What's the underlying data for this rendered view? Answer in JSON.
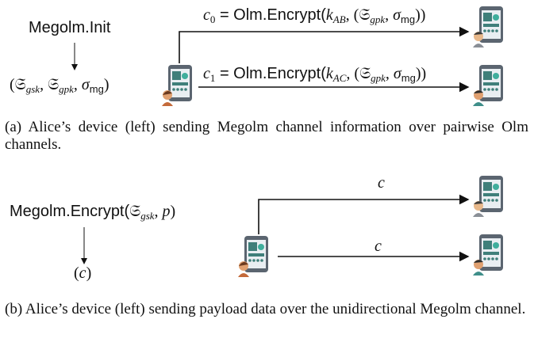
{
  "panel_a": {
    "init_label": "Megolm.Init",
    "init_output": "(𝔖gsk, 𝔖gpk, σmg)",
    "init_output_parts": {
      "open": "(",
      "g1": "𝔖",
      "s1": "gsk",
      "comma1": ", ",
      "g2": "𝔖",
      "s2": "gpk",
      "comma2": ", ",
      "sigma": "σ",
      "s3": "mg",
      "close": ")"
    },
    "msg_top": {
      "prefix": "c",
      "index": "0",
      "mid": " = Olm.Encrypt(",
      "key": "k",
      "key_sub": "AB",
      "sep": ", (",
      "g": "𝔖",
      "g_sub": "gpk",
      "sep2": ", ",
      "sigma": "σ",
      "sigma_sub": "mg",
      "close": "))"
    },
    "msg_bottom": {
      "prefix": "c",
      "index": "1",
      "mid": " = Olm.Encrypt(",
      "key": "k",
      "key_sub": "AC",
      "sep": ", (",
      "g": "𝔖",
      "g_sub": "gpk",
      "sep2": ", ",
      "sigma": "σ",
      "sigma_sub": "mg",
      "close": "))"
    },
    "caption": "(a) Alice’s device (left) sending Megolm channel information over pairwise Olm channels."
  },
  "panel_b": {
    "encrypt_label_prefix": "Megolm.Encrypt(",
    "encrypt_g": "𝔖",
    "encrypt_g_sub": "gsk",
    "encrypt_sep": ", ",
    "encrypt_p": "p",
    "encrypt_close": ")",
    "encrypt_output_open": "(",
    "encrypt_output_c": "c",
    "encrypt_output_close": ")",
    "msg_top": "c",
    "msg_bottom": "c",
    "caption": "(b) Alice’s device (left) sending payload data over the unidirectional Megolm channel."
  }
}
